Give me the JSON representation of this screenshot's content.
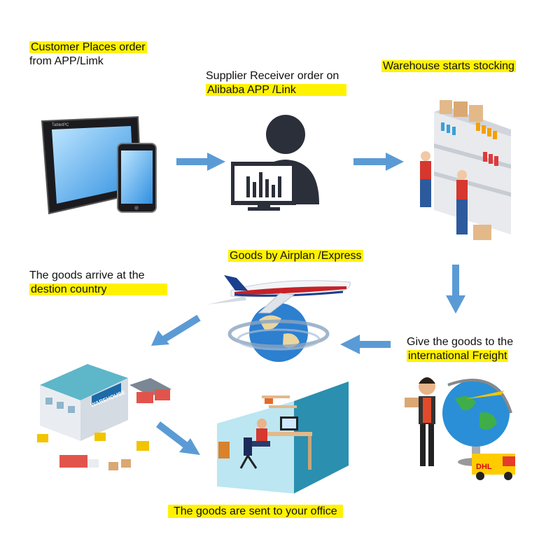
{
  "steps": [
    {
      "id": "customer",
      "label": "Customer Places order from APP/Limk",
      "line1": "Customer Places order",
      "line2": "from APP/Limk"
    },
    {
      "id": "supplier",
      "label": "Supplier Receiver order on Alibaba APP /Link",
      "line1": "Supplier Receiver order on",
      "line2": "Alibaba APP /Link"
    },
    {
      "id": "warehouse",
      "label": "Warehouse starts stocking"
    },
    {
      "id": "freight",
      "label": "Give the goods to the international Freight",
      "line1": "Give the goods to the",
      "line2": "international Freight"
    },
    {
      "id": "airplane",
      "label": "Goods by Airplan /Express"
    },
    {
      "id": "arrive",
      "label": "The goods arrive at the destion country",
      "line1": "The goods arrive at the",
      "line2": "destion country"
    },
    {
      "id": "office",
      "label": "The goods are sent to your office"
    }
  ],
  "illustrations": {
    "tablet_brand": "TabletPC",
    "warehouse_sign": "WAREHOUSE",
    "dhl_logo": "DHL"
  },
  "colors": {
    "highlight": "#fff200",
    "arrow": "#5b9bd5",
    "dark": "#2b2f3a"
  }
}
